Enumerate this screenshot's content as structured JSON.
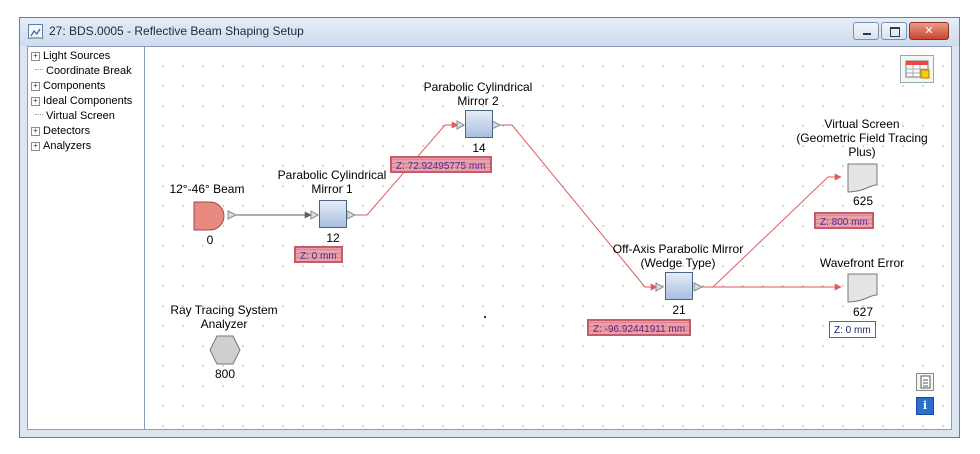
{
  "window": {
    "title": "27: BDS.0005 - Reflective Beam Shaping Setup"
  },
  "tree": {
    "items": [
      {
        "label": "Light Sources",
        "expandable": true
      },
      {
        "label": "Coordinate Break",
        "expandable": false
      },
      {
        "label": "Components",
        "expandable": true
      },
      {
        "label": "Ideal Components",
        "expandable": true
      },
      {
        "label": "Virtual Screen",
        "expandable": false
      },
      {
        "label": "Detectors",
        "expandable": true
      },
      {
        "label": "Analyzers",
        "expandable": true
      }
    ],
    "expander_glyph": "+"
  },
  "nodes": {
    "beam": {
      "name": "12°-46° Beam",
      "id": "0"
    },
    "mirror1": {
      "name_line1": "Parabolic Cylindrical",
      "name_line2": "Mirror 1",
      "id": "12",
      "z": "Z: 0 mm"
    },
    "mirror2": {
      "name_line1": "Parabolic Cylindrical",
      "name_line2": "Mirror 2",
      "id": "14",
      "z": "Z: 72.92495775 mm"
    },
    "offaxis": {
      "name_line1": "Off-Axis Parabolic Mirror",
      "name_line2": "(Wedge Type)",
      "id": "21",
      "z": "Z: -96.92441911 mm"
    },
    "vscreen": {
      "name_line1": "Virtual Screen",
      "name_line2": "(Geometric Field Tracing",
      "name_line3": "Plus)",
      "id": "625",
      "z": "Z: 800 mm"
    },
    "wavefront": {
      "name": "Wavefront Error",
      "id": "627",
      "z": "Z: 0 mm"
    },
    "analyzer": {
      "name_line1": "Ray Tracing System",
      "name_line2": "Analyzer",
      "id": "800"
    }
  },
  "icons": {
    "app": "optical-setup-icon",
    "grid_view": "grid-view-icon",
    "document": "document-icon",
    "info": "info-icon"
  },
  "colors": {
    "highlight_fill": "#e8a0aa",
    "highlight_border": "#c85a6a",
    "wire_highlighted": "#e05a5a",
    "wire_default": "#606060",
    "node_blue": "#a9bfe0",
    "source_red": "#e98a80"
  }
}
